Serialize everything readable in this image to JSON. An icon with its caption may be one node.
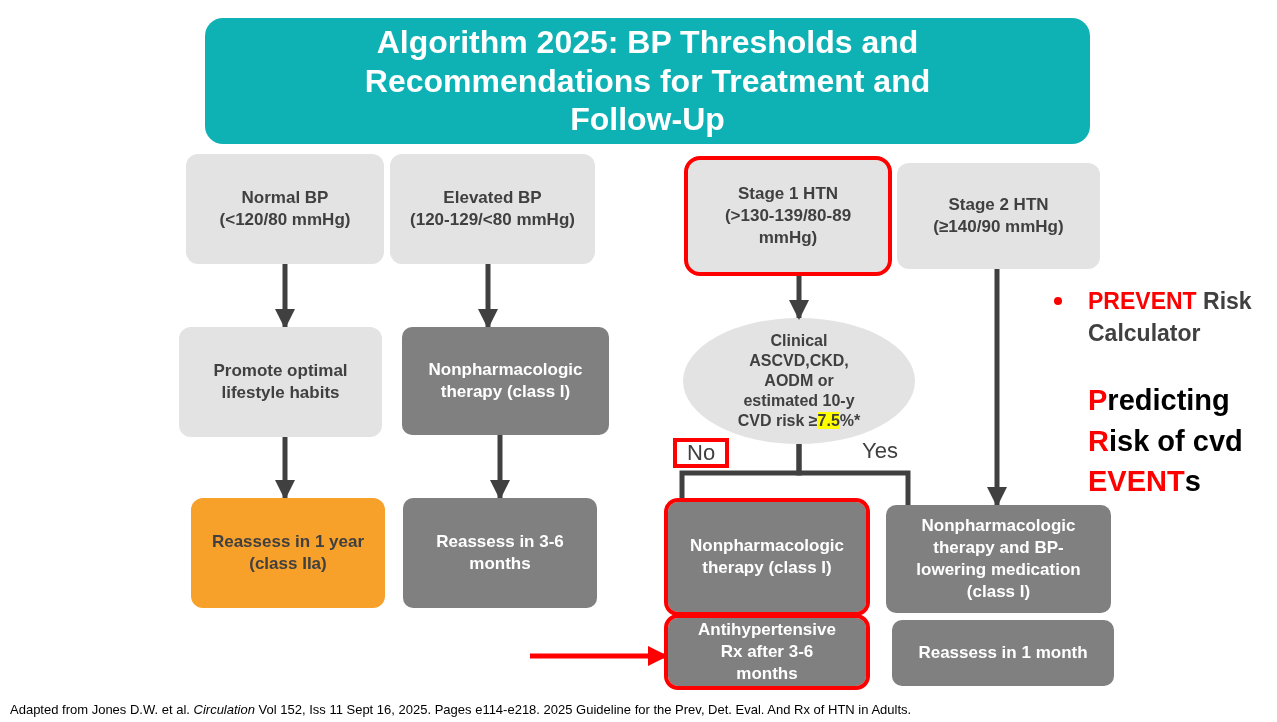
{
  "diagram": {
    "title": "Algorithm 2025: BP Thresholds and Recommendations for Treatment and Follow-Up",
    "caption": "Adapted from Jones D.W. et al. *Circulation* Vol 152, Iss 11 Sept 16, 2025. Pages e114-e218. 2025 Guideline for the Prev, Det. Eval. And Rx of HTN in Adults.",
    "nodes": [
      {
        "text": [
          "Normal BP",
          "(<120/80 mmHg)"
        ]
      },
      {
        "text": [
          "Elevated BP",
          "(120-129/<80 mmHg)"
        ]
      },
      {
        "text": [
          "Stage 1 HTN",
          "(>130-139/80-89 mmHg)"
        ]
      },
      {
        "text": [
          "Stage 2 HTN",
          "(≥140/90 mmHg)"
        ]
      },
      {
        "text": [
          "Promote optimal lifestyle habits"
        ]
      },
      {
        "text": [
          "Nonpharmacologic therapy (class I)"
        ]
      },
      {
        "text": [
          "Clinical ASCVD,CKD, AODM or estimated 10-y CVD risk ≥**7.5**%*"
        ]
      },
      {
        "text": [
          "Reassess in 1 year (class IIa)"
        ]
      },
      {
        "text": [
          "Reassess in 3-6 months"
        ]
      },
      {
        "text": [
          "Nonpharmacologic therapy (class I)"
        ]
      },
      {
        "text": [
          "Nonpharmacologic therapy and BP-lowering medication (class I)"
        ]
      },
      {
        "text": [
          "Antihypertensive Rx after 3-6 months"
        ]
      },
      {
        "text": [
          "Reassess in 1 month"
        ]
      }
    ],
    "edges": [
      {
        "from": 0,
        "to": 4,
        "arrow": "to"
      },
      {
        "from": 4,
        "to": 7,
        "arrow": "to"
      },
      {
        "from": 1,
        "to": 5,
        "arrow": "to"
      },
      {
        "from": 5,
        "to": 8,
        "arrow": "to"
      },
      {
        "from": 2,
        "to": 6,
        "arrow": "to"
      },
      {
        "from": 6,
        "to": 9,
        "arrow": "none",
        "label": "No"
      },
      {
        "from": 6,
        "to": 10,
        "arrow": "none",
        "label": "Yes"
      },
      {
        "from": 3,
        "to": 10,
        "arrow": "to"
      },
      {
        "from": null,
        "to": 11,
        "arrow": "to",
        "color": "#ff0000"
      }
    ],
    "labels": [
      "**PREVENT** Risk Calculator",
      "**P**redicting **R**isk of cvd **EVENT**s"
    ]
  }
}
